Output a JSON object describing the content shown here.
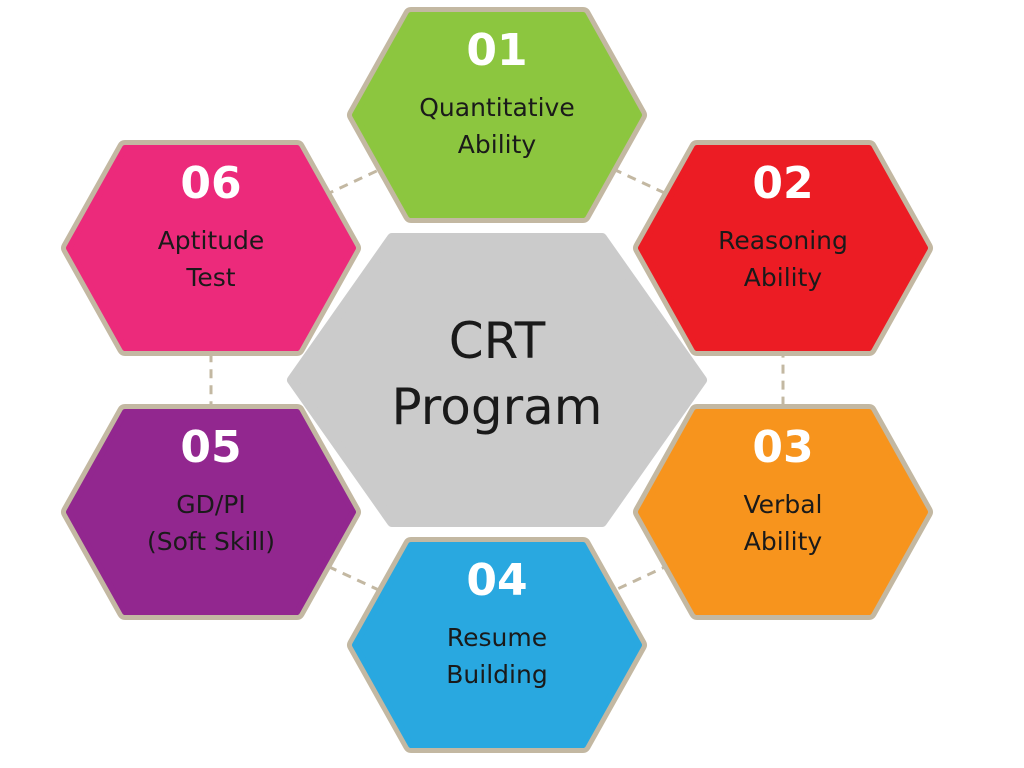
{
  "center": {
    "line1": "CRT",
    "line2": "Program",
    "color": "#cbcbcb"
  },
  "border_color": "#c3b8a2",
  "items": [
    {
      "number": "01",
      "line1": "Quantitative",
      "line2": "Ability",
      "color": "#8cc63f"
    },
    {
      "number": "02",
      "line1": "Reasoning",
      "line2": "Ability",
      "color": "#ec1c24"
    },
    {
      "number": "03",
      "line1": "Verbal",
      "line2": "Ability",
      "color": "#f7941d"
    },
    {
      "number": "04",
      "line1": "Resume",
      "line2": "Building",
      "color": "#29a8e0"
    },
    {
      "number": "05",
      "line1": "GD/PI",
      "line2": "(Soft Skill)",
      "color": "#92278f"
    },
    {
      "number": "06",
      "line1": "Aptitude",
      "line2": "Test",
      "color": "#ec2a7b"
    }
  ]
}
